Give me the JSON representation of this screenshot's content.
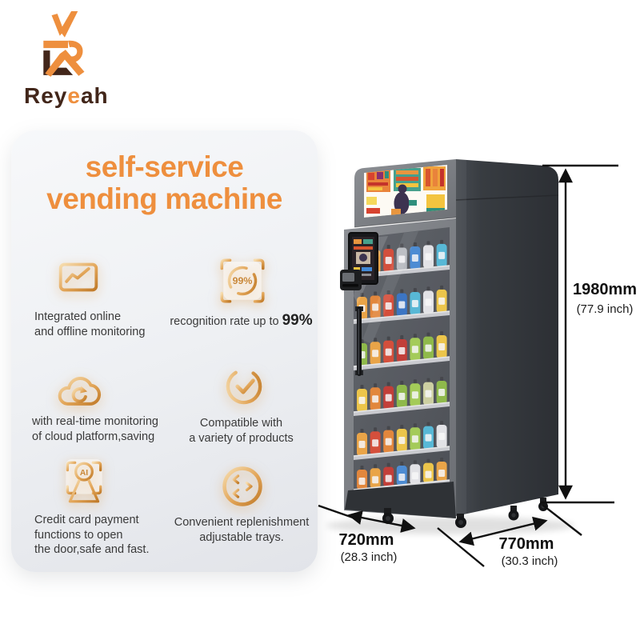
{
  "logo": {
    "text_pre": "Rey",
    "text_accent": "e",
    "text_post": "ah"
  },
  "panel": {
    "title_line1": "self-service",
    "title_line2": "vending machine",
    "features": [
      {
        "name": "online-offline-monitoring",
        "lines": [
          "Integrated online",
          "and offline monitoring"
        ]
      },
      {
        "name": "recognition-rate",
        "icon_label": "99%",
        "text_prefix": "recognition rate up to ",
        "text_bold": "99%"
      },
      {
        "name": "cloud-monitoring",
        "lines": [
          "with real-time monitoring",
          "of cloud platform,saving"
        ]
      },
      {
        "name": "compatible-products",
        "lines": [
          "Compatible with",
          "a variety of products"
        ]
      },
      {
        "name": "credit-card-payment",
        "icon_label": "AI",
        "lines": [
          "Credit card payment",
          "functions to open",
          "the door,safe and fast."
        ]
      },
      {
        "name": "replenishment",
        "lines": [
          "Convenient replenishment",
          "adjustable trays."
        ]
      }
    ]
  },
  "dimensions": {
    "height": {
      "value": "1980mm",
      "inches": "(77.9 inch)"
    },
    "depth": {
      "value": "720mm",
      "inches": "(28.3 inch)"
    },
    "width": {
      "value": "770mm",
      "inches": "(30.3 inch)"
    }
  },
  "colors": {
    "accent_orange": "#EE8F3E",
    "logo_brown": "#42261A",
    "icon_gold": "#D89A4F",
    "text_dark": "#3A3A3A",
    "machine_dark": "#33373C"
  }
}
